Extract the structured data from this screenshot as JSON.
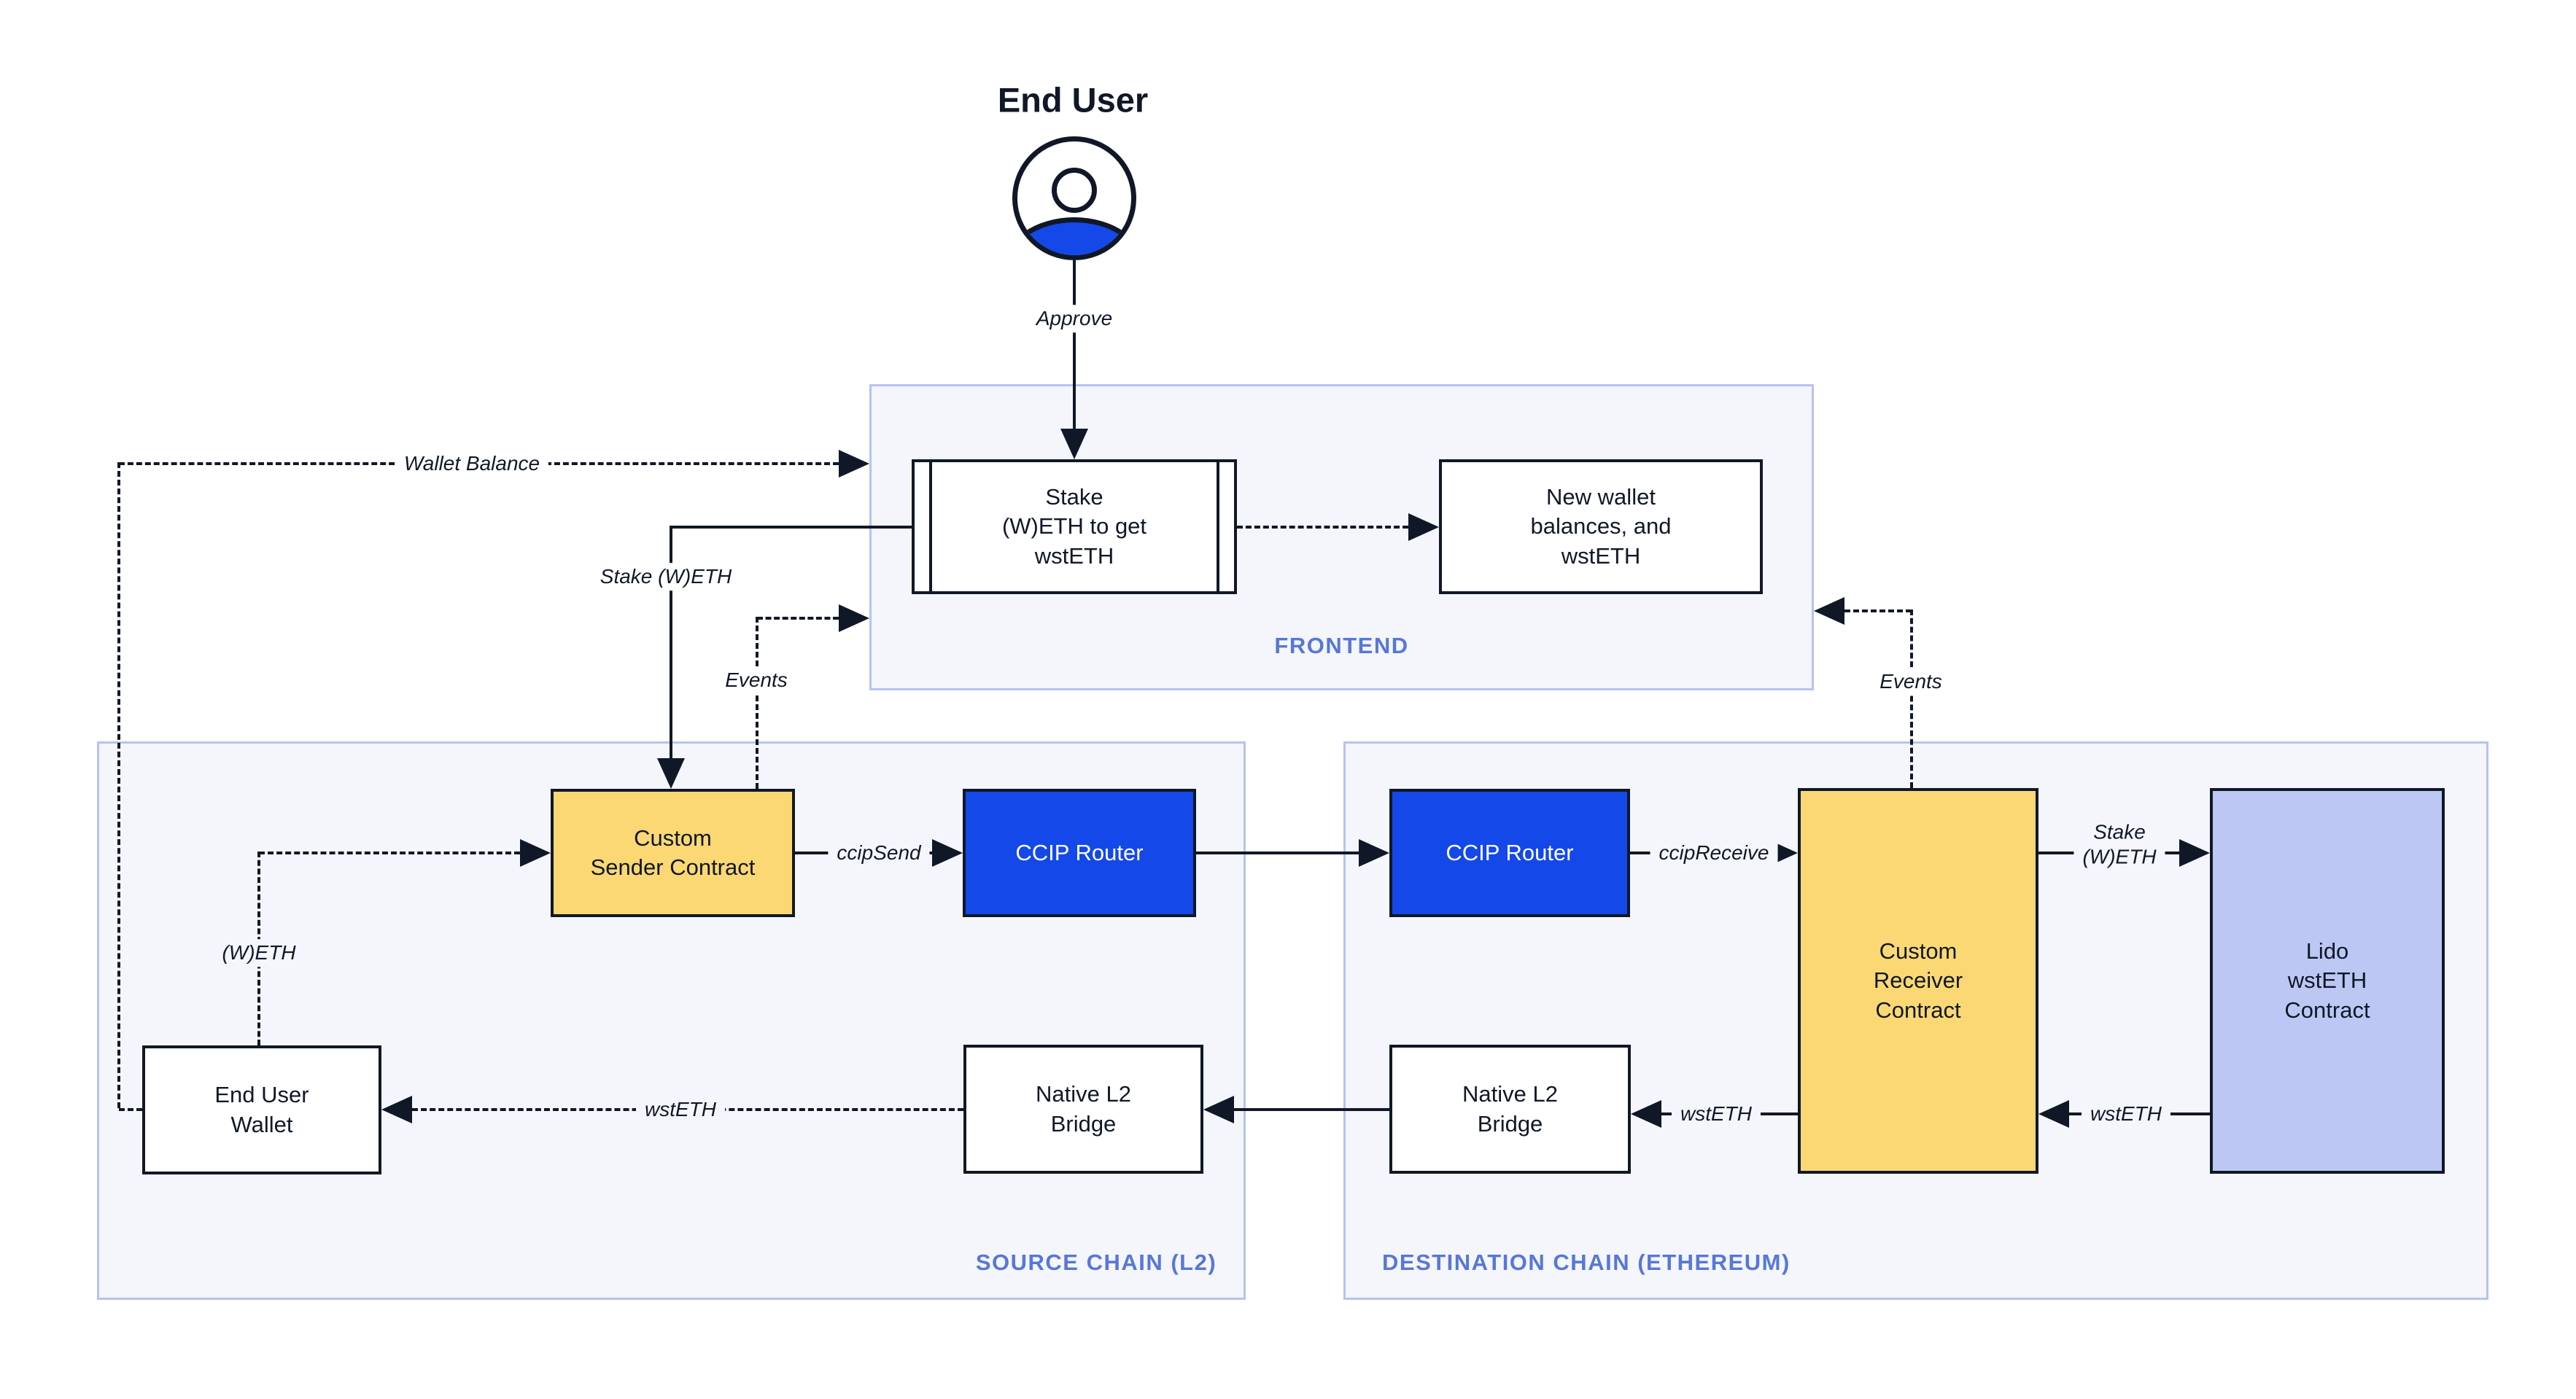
{
  "actor": {
    "label": "End User"
  },
  "frontend": {
    "label": "FRONTEND",
    "stake_box": "Stake\n(W)ETH to get\nwstETH",
    "new_wallet_box": "New wallet\nbalances, and\nwstETH"
  },
  "source_chain": {
    "label": "SOURCE CHAIN (L2)",
    "custom_sender": "Custom\nSender Contract",
    "ccip_router": "CCIP Router",
    "end_user_wallet": "End User\nWallet",
    "native_bridge": "Native L2\nBridge"
  },
  "destination_chain": {
    "label": "DESTINATION CHAIN (ETHEREUM)",
    "ccip_router": "CCIP Router",
    "custom_receiver": "Custom\nReceiver\nContract",
    "lido_contract": "Lido\nwstETH\nContract",
    "native_bridge": "Native L2\nBridge"
  },
  "edge_labels": {
    "approve": "Approve",
    "wallet_balance": "Wallet Balance",
    "stake_weth": "Stake (W)ETH",
    "events": "Events",
    "ccip_send": "ccipSend",
    "ccip_receive": "ccipReceive",
    "weth": "(W)ETH",
    "stake_weth_multiline": "Stake\n(W)ETH",
    "wsteth": "wstETH"
  },
  "colors": {
    "ink": "#101828",
    "accent_blue": "#1448E8",
    "contract_yellow": "#FBD873",
    "lido_periwinkle": "#BCC8F3",
    "zone_fill": "#F4F6FC",
    "zone_border": "#B5C3EF",
    "zone_label_blue": "#5877D6"
  }
}
